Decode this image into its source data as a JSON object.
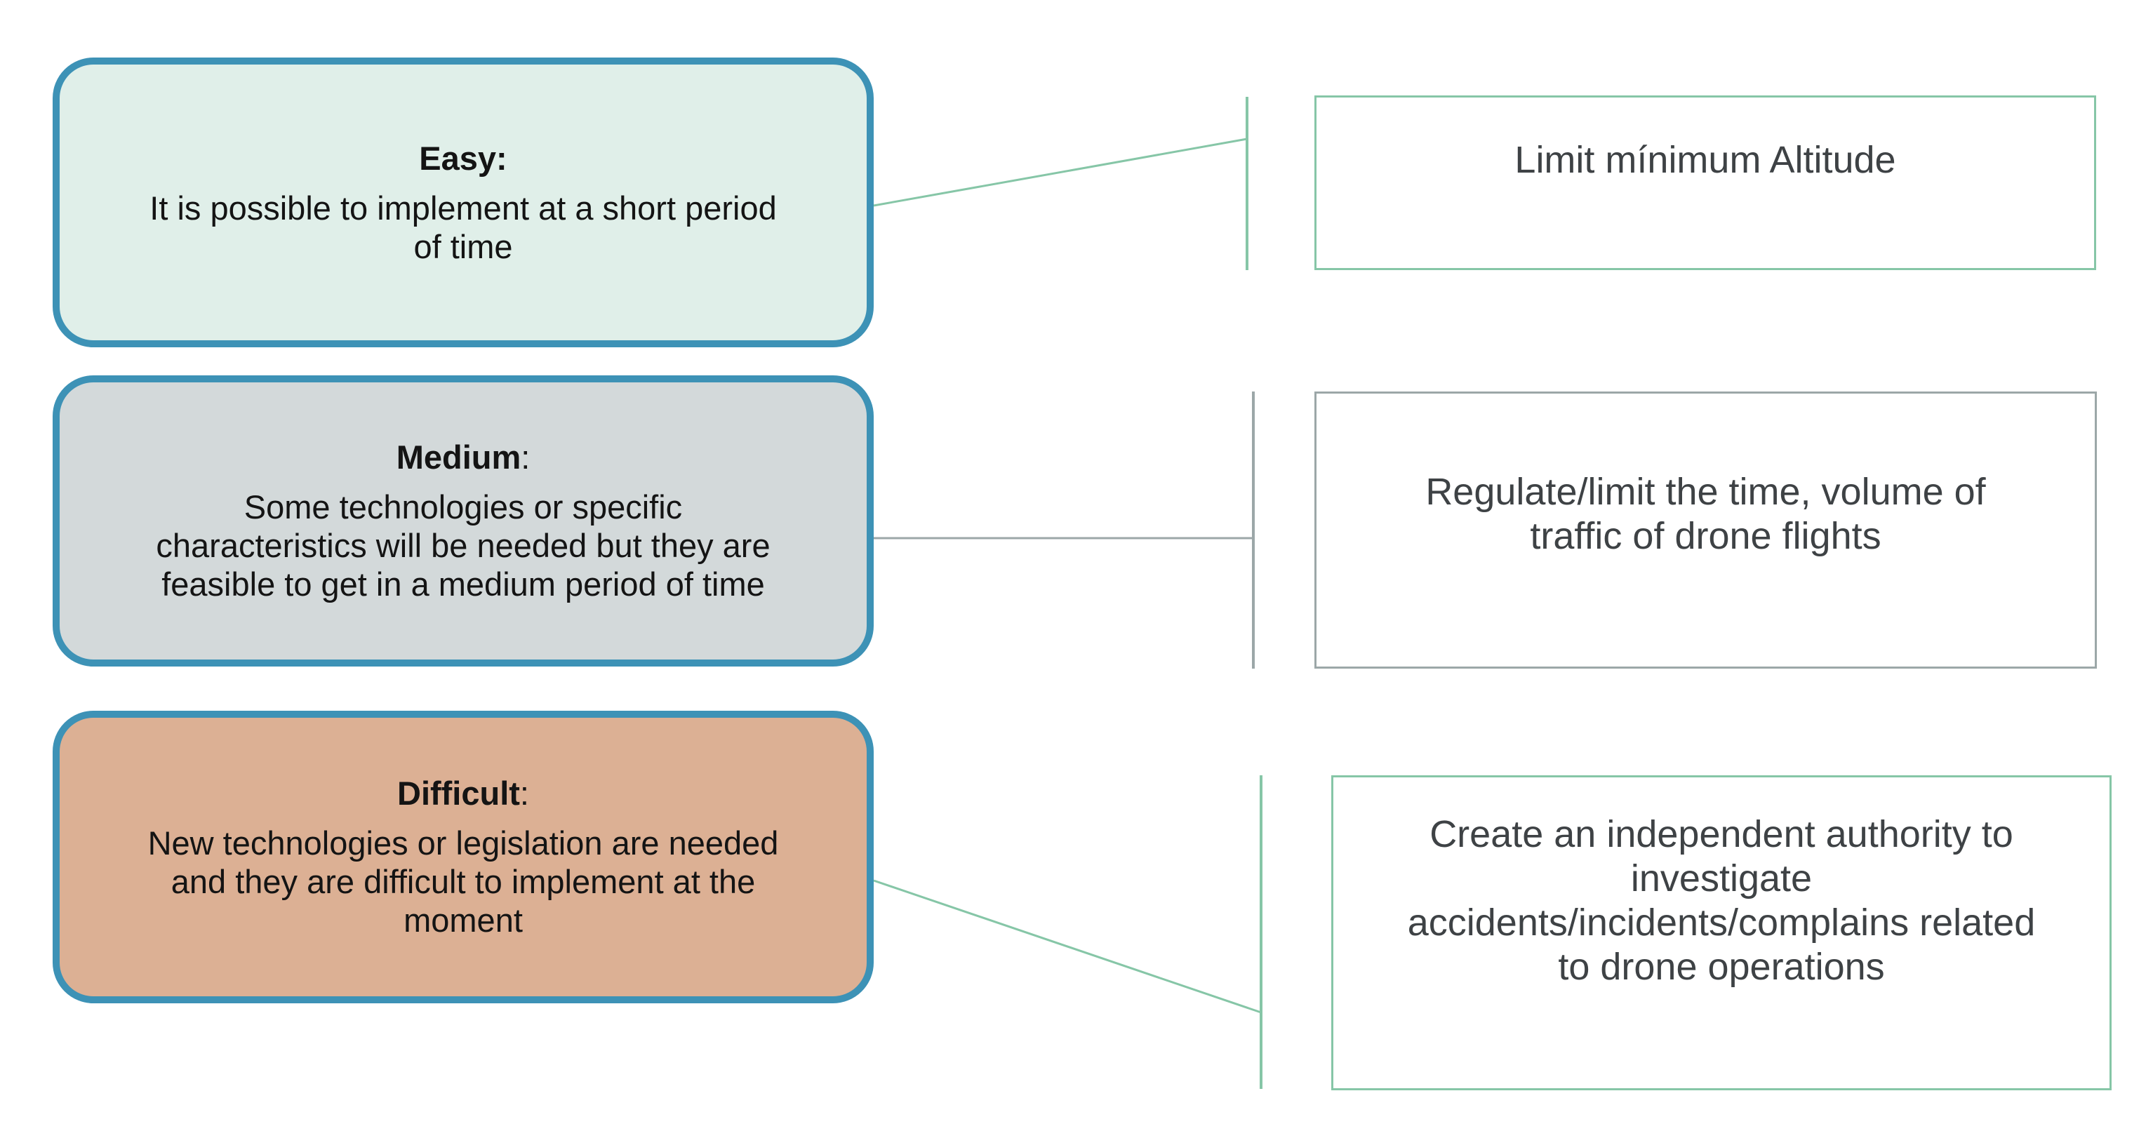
{
  "colors": {
    "blue_border": "#3d92b6",
    "green": "#86c6a7",
    "gray": "#9ca7a8",
    "easy_fill": "#e0efe9",
    "medium_fill": "#d3d9da",
    "difficult_fill": "#dcb094",
    "left_text": "#141414",
    "right_text": "#3e4245"
  },
  "left_boxes": [
    {
      "id": "easy",
      "title_bold": "Easy:",
      "title_rest": "",
      "body": "It is possible to implement at a short period\nof time"
    },
    {
      "id": "medium",
      "title_bold": "Medium",
      "title_rest": ":",
      "body": "Some technologies or specific\ncharacteristics will be needed but they are\nfeasible to get in a medium period of time"
    },
    {
      "id": "difficult",
      "title_bold": "Difficult",
      "title_rest": ":",
      "body": "New technologies or legislation are needed\nand they are difficult to implement at the\nmoment"
    }
  ],
  "right_boxes": [
    {
      "text": "Limit mínimum Altitude"
    },
    {
      "text": "Regulate/limit the time, volume of\ntraffic of drone flights"
    },
    {
      "text": "Create an independent authority to\ninvestigate\naccidents/incidents/complains related\nto drone operations"
    }
  ]
}
